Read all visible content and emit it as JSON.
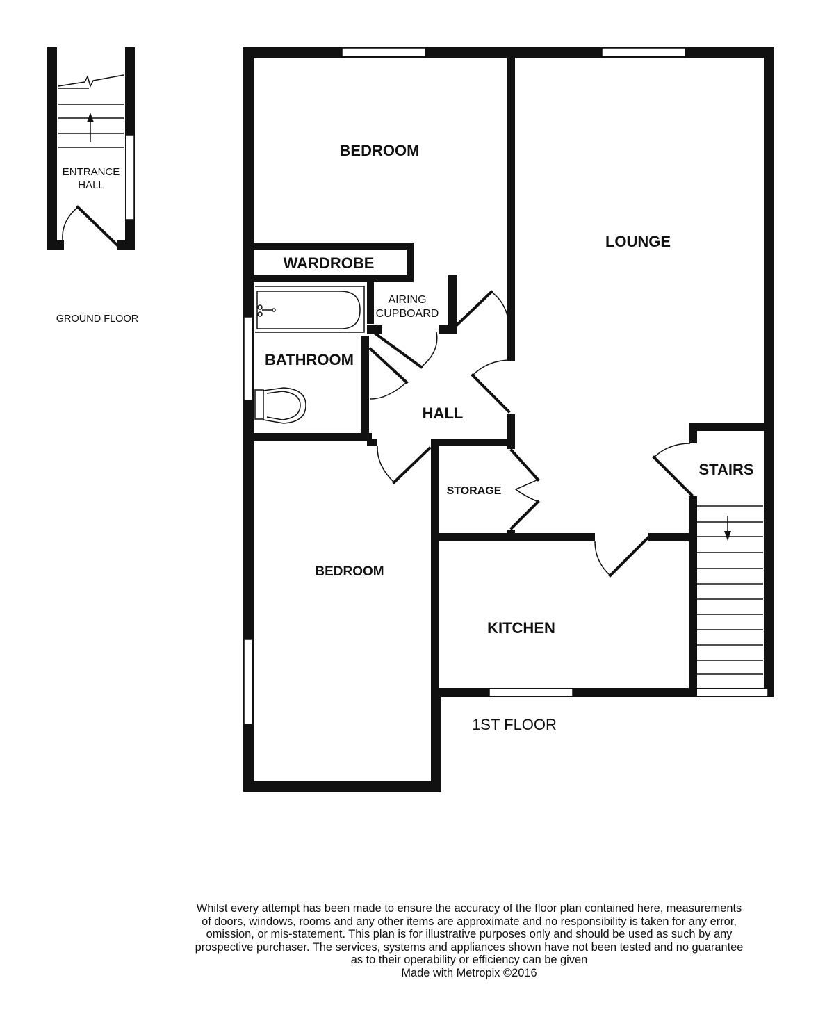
{
  "floors": {
    "ground_label": "GROUND FLOOR",
    "first_label": "1ST FLOOR"
  },
  "rooms": {
    "entrance_hall_line1": "ENTRANCE",
    "entrance_hall_line2": "HALL",
    "bedroom_1": "BEDROOM",
    "lounge": "LOUNGE",
    "wardrobe": "WARDROBE",
    "airing_line1": "AIRING",
    "airing_line2": "CUPBOARD",
    "bathroom": "BATHROOM",
    "hall": "HALL",
    "stairs": "STAIRS",
    "storage": "STORAGE",
    "bedroom_2": "BEDROOM",
    "kitchen": "KITCHEN"
  },
  "disclaimer": {
    "lines": [
      "Whilst every attempt has been made to ensure the accuracy of the floor plan contained here, measurements",
      "of doors, windows, rooms and any other items are approximate and no responsibility is taken for any error,",
      "omission, or mis-statement. This plan is for illustrative purposes only and should be used as such by any",
      "prospective purchaser. The services, systems and appliances shown have not been tested and no guarantee",
      "as to their operability or efficiency can be given"
    ],
    "credit": "Made with Metropix ©2016"
  }
}
